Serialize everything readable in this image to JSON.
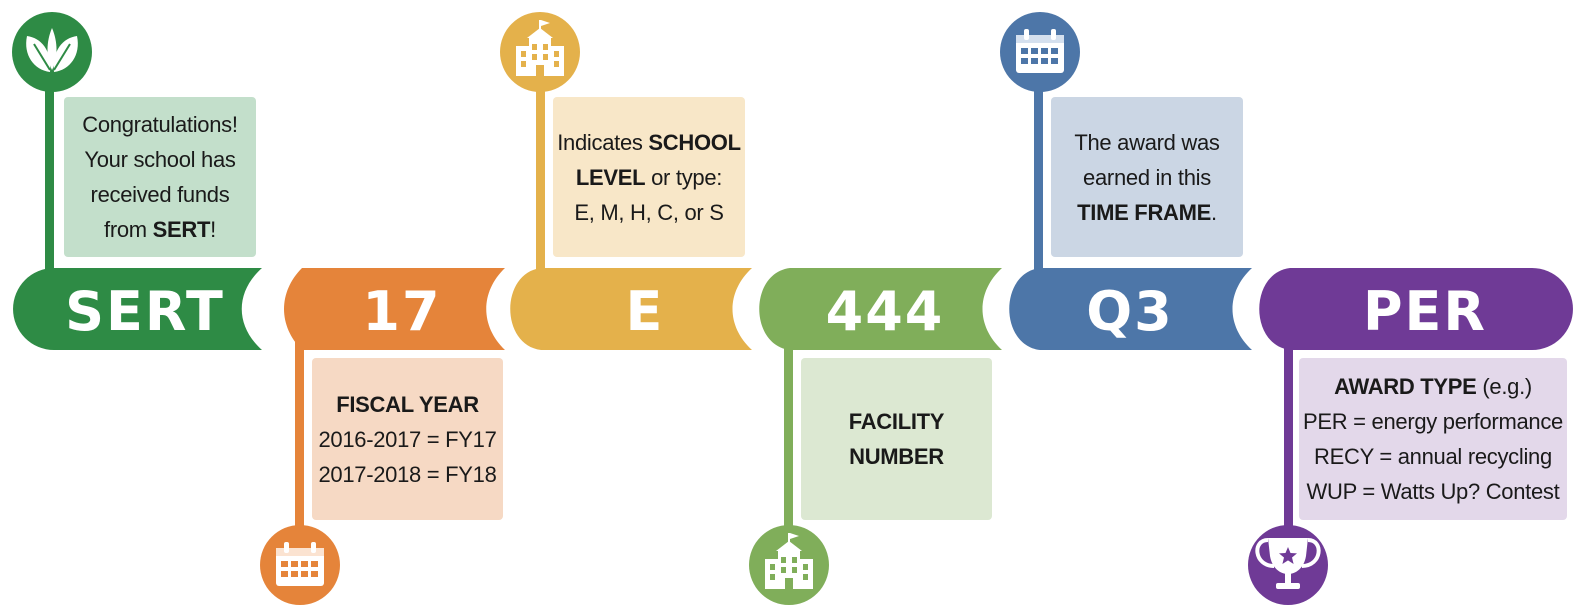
{
  "colors": {
    "green": "#2e8b45",
    "orange": "#e5843a",
    "yellow": "#e4b14b",
    "light_green": "#80ae5a",
    "blue": "#4d76a8",
    "purple": "#6f3a96"
  },
  "segments": [
    {
      "label": "SERT",
      "color": "#2e8b45"
    },
    {
      "label": "17",
      "color": "#e5843a"
    },
    {
      "label": "E",
      "color": "#e4b14b"
    },
    {
      "label": "444",
      "color": "#80ae5a"
    },
    {
      "label": "Q3",
      "color": "#4d76a8"
    },
    {
      "label": "PER",
      "color": "#6f3a96"
    }
  ],
  "icons": [
    {
      "name": "leaf-icon",
      "color": "#2e8b45"
    },
    {
      "name": "calendar-icon",
      "color": "#e5843a"
    },
    {
      "name": "school-icon",
      "color": "#e4b14b"
    },
    {
      "name": "school-icon",
      "color": "#80ae5a"
    },
    {
      "name": "calendar-icon",
      "color": "#4d76a8"
    },
    {
      "name": "trophy-icon",
      "color": "#6f3a96"
    }
  ],
  "notes": {
    "sert": {
      "bg": "#c3dfcb",
      "l1": "Congratulations!",
      "l2": "Your school has",
      "l3": "received funds",
      "l4_pre": "from ",
      "l4_bold": "SERT",
      "l4_post": "!"
    },
    "fiscal_year": {
      "bg": "#f6d9c4",
      "title": "FISCAL YEAR",
      "l1": "2016-2017 = FY17",
      "l2": "2017-2018 = FY18"
    },
    "school_level": {
      "bg": "#f8e7c8",
      "l1_pre": "Indicates ",
      "l1_bold": "SCHOOL",
      "l2_bold": "LEVEL",
      "l2_post": " or type:",
      "l3": "E, M, H, C, or S"
    },
    "facility": {
      "bg": "#dce8d2",
      "l1": "FACILITY",
      "l2": "NUMBER"
    },
    "time_frame": {
      "bg": "#cbd6e4",
      "l1": "The award was",
      "l2": "earned in this",
      "l3_bold": "TIME FRAME",
      "l3_post": "."
    },
    "award_type": {
      "bg": "#e3d8ea",
      "title_bold": "AWARD TYPE",
      "title_post": " (e.g.)",
      "l1": "PER = energy performance",
      "l2": "RECY = annual recycling",
      "l3": "WUP = Watts Up? Contest"
    }
  }
}
